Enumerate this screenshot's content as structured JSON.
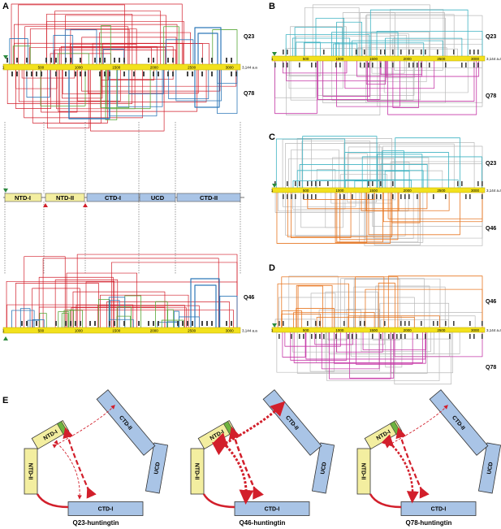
{
  "panels": {
    "A": {
      "label": "A",
      "top": {
        "sequence": "Q23",
        "axis_ticks": [
          "1",
          "500",
          "1000",
          "1500",
          "2000",
          "2500",
          "3000",
          "3,144 a.a"
        ]
      },
      "middle": {
        "domains": [
          "NTD-I",
          "NTD-II",
          "CTD-I",
          "UCD",
          "CTD-II"
        ]
      },
      "bottom_upper_label": "Q78",
      "lower": {
        "sequence": "Q46",
        "axis_ticks": [
          "1",
          "500",
          "1000",
          "1500",
          "2000",
          "2500",
          "3000",
          "3,144 a.a"
        ]
      }
    },
    "B": {
      "label": "B",
      "upper": "Q23",
      "lower": "Q78",
      "axis_ticks": [
        "1",
        "500",
        "1000",
        "1500",
        "2000",
        "2500",
        "3000",
        "3,144 a.a"
      ]
    },
    "C": {
      "label": "C",
      "upper": "Q23",
      "lower": "Q46",
      "axis_ticks": [
        "1",
        "500",
        "1000",
        "1500",
        "2000",
        "2500",
        "3000",
        "3,144 a.a"
      ]
    },
    "D": {
      "label": "D",
      "upper": "Q46",
      "lower": "Q78",
      "axis_ticks": [
        "1",
        "500",
        "1000",
        "1500",
        "2000",
        "2500",
        "3000",
        "3,144 a.a"
      ]
    },
    "E": {
      "label": "E",
      "models": [
        {
          "caption": "Q23-huntingtin",
          "blocks": [
            "NTD-I",
            "NTD-II",
            "CTD-I",
            "UCD",
            "CTD-II"
          ]
        },
        {
          "caption": "Q46-huntingtin",
          "blocks": [
            "NTD-I",
            "NTD-II",
            "CTD-I",
            "UCD",
            "CTD-II"
          ]
        },
        {
          "caption": "Q78-huntingtin",
          "blocks": [
            "NTD-I",
            "NTD-II",
            "CTD-I",
            "UCD",
            "CTD-II"
          ]
        }
      ]
    }
  },
  "colors": {
    "bar": "#f2e11d",
    "domain_yellow": "#f3eea0",
    "domain_blue": "#a9c4e6",
    "red": "#d21f2b",
    "blue": "#2f79b9",
    "green": "#58a738",
    "cyan": "#3fb4c3",
    "orange": "#e87824",
    "magenta": "#c63aa8",
    "grey": "#b9b9b9"
  }
}
